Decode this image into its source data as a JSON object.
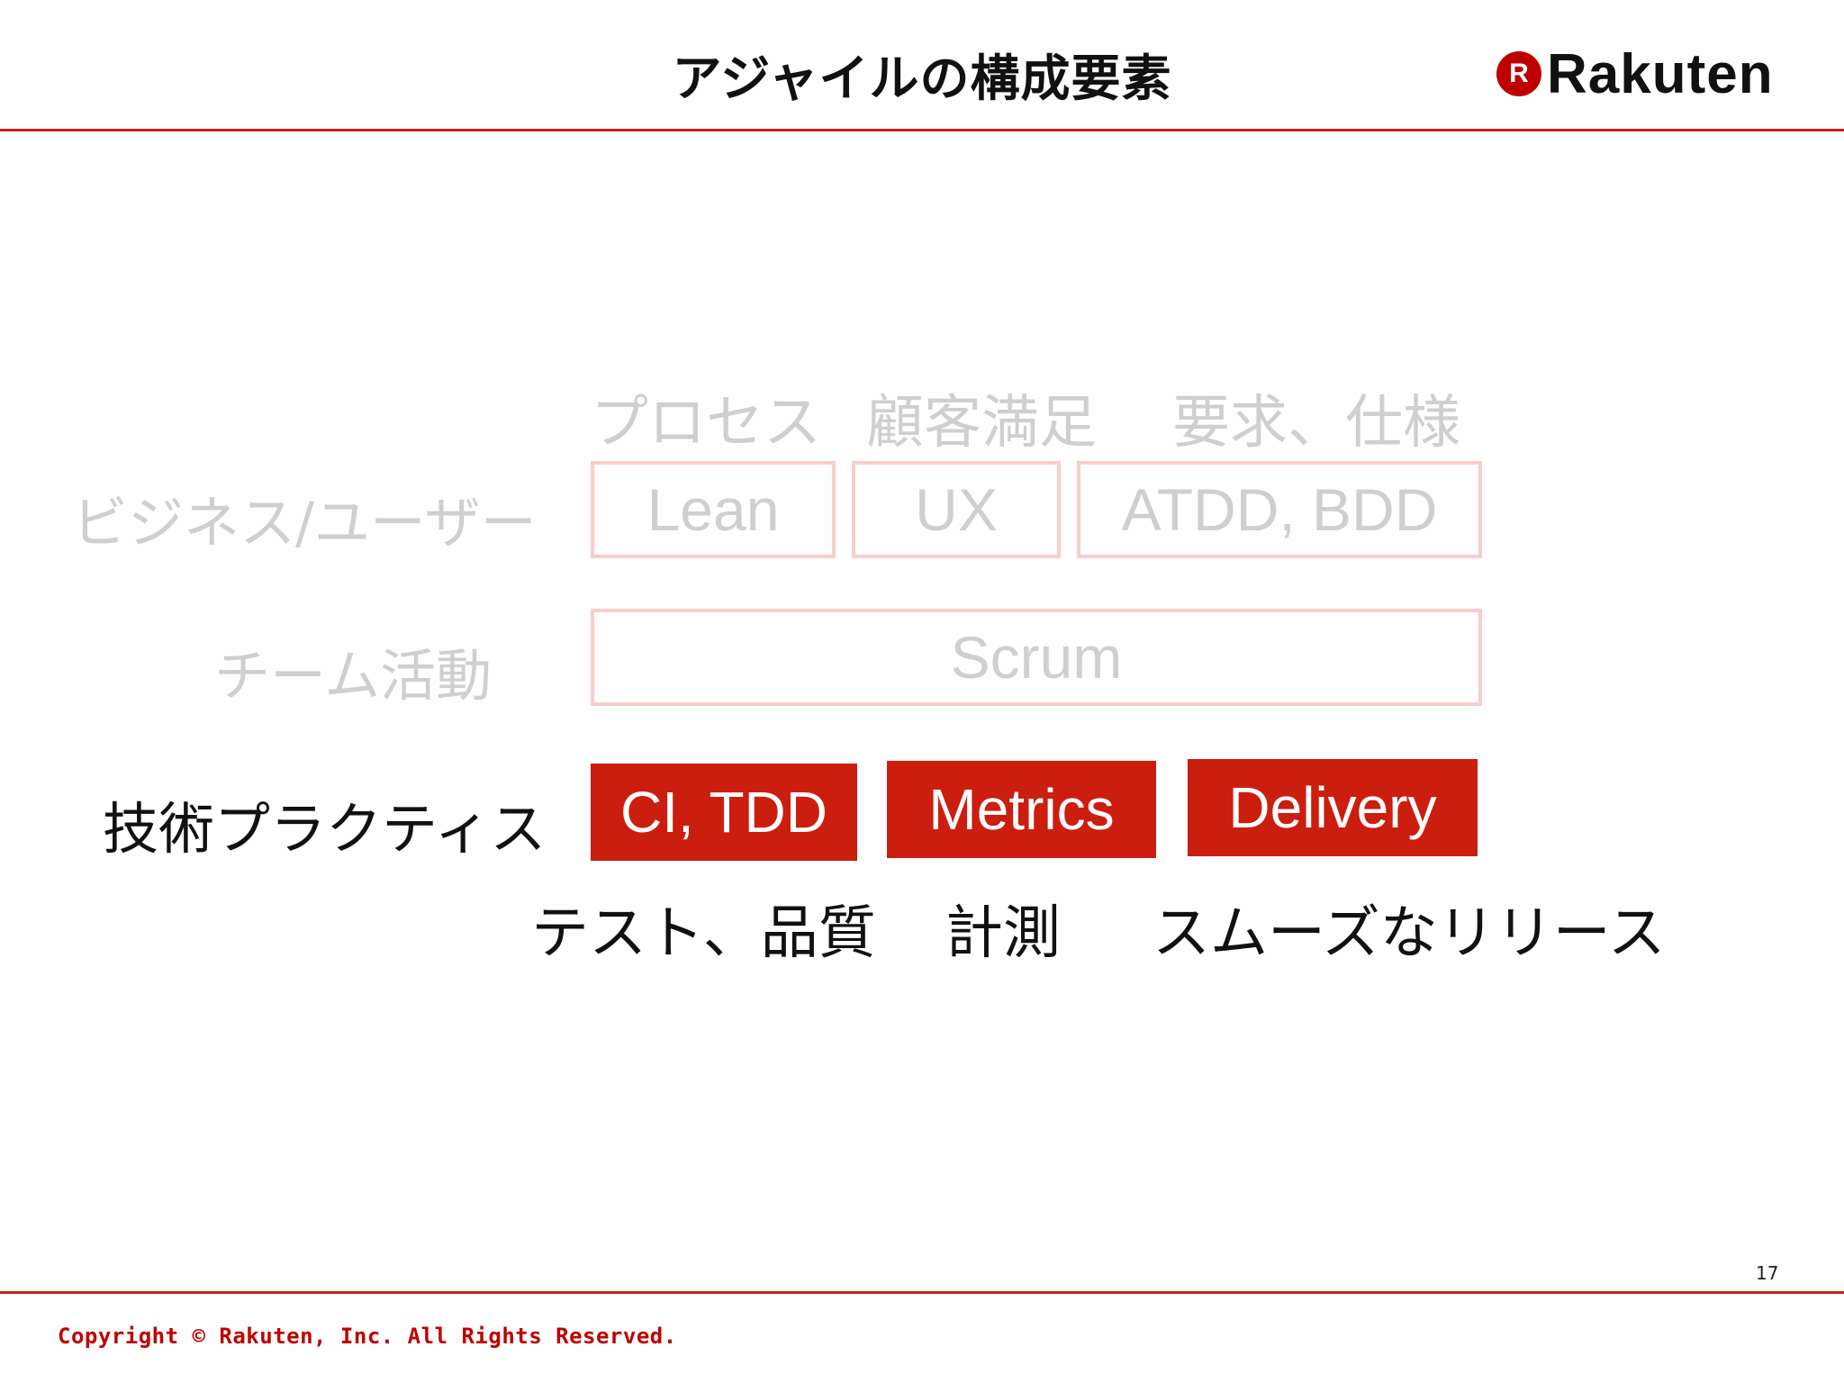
{
  "header": {
    "title": "アジャイルの構成要素",
    "logo_mark": "R",
    "logo_text": "Rakuten"
  },
  "columns": {
    "process": "プロセス",
    "customer": "顧客満足",
    "requirements": "要求、仕様"
  },
  "rows": {
    "business": "ビジネス/ユーザー",
    "team": "チーム活動",
    "tech": "技術プラクティス"
  },
  "boxes": {
    "lean": "Lean",
    "ux": "UX",
    "atdd": "ATDD, BDD",
    "scrum": "Scrum",
    "ci": "CI, TDD",
    "metrics": "Metrics",
    "delivery": "Delivery"
  },
  "captions": {
    "test": "テスト、品質",
    "measure": "計測",
    "release": "スムーズなリリース"
  },
  "footer": {
    "page_number": "17",
    "copyright": "Copyright © Rakuten, Inc. All Rights Reserved."
  },
  "colors": {
    "accent": "#bf0000",
    "active_box": "#cc1e0f",
    "faded_border": "#f6cfcd",
    "faded_text": "#cfcfcf"
  }
}
